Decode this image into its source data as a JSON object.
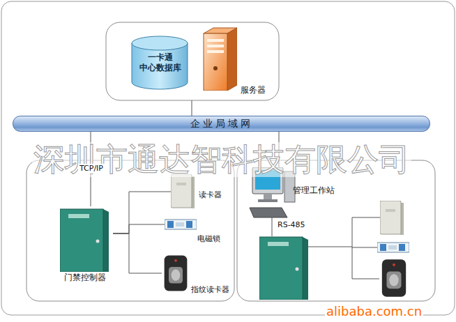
{
  "diagram": {
    "nodes": [
      {
        "text": [
          "一卡通 中心数据库"
        ]
      },
      {
        "text": [
          "服务器"
        ]
      },
      {
        "text": [
          "企业局域网"
        ]
      },
      {
        "text": [
          "门禁控制器"
        ]
      },
      {
        "text": [
          "读卡器"
        ]
      },
      {
        "text": [
          "电磁锁"
        ]
      },
      {
        "text": [
          "指纹读卡器"
        ]
      },
      {
        "text": [
          "管理工作站"
        ]
      }
    ],
    "edges": [
      {
        "from": 2,
        "to": 3,
        "arrow": "none"
      },
      {
        "from": 2,
        "to": 7,
        "arrow": "none"
      },
      {
        "from": 3,
        "to": 4,
        "arrow": "none"
      },
      {
        "from": 3,
        "to": 5,
        "arrow": "none"
      },
      {
        "from": 3,
        "to": 6,
        "arrow": "none"
      }
    ],
    "labels": [
      "深圳市通达智科技有限公司",
      "TCP/IP",
      "RS-485",
      "alibaba.com.cn"
    ]
  }
}
